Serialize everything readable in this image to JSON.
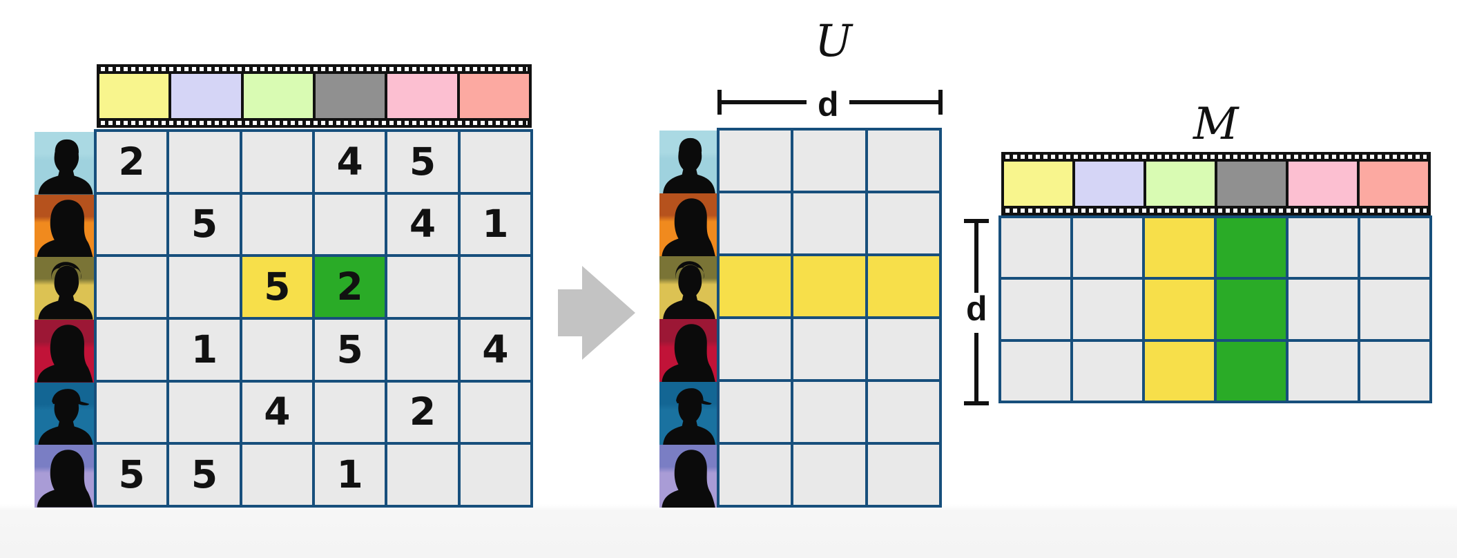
{
  "movies": [
    {
      "color": "#f8f58d"
    },
    {
      "color": "#d5d5f6"
    },
    {
      "color": "#d9fbb3"
    },
    {
      "color": "#909090"
    },
    {
      "color": "#fcbfd1"
    },
    {
      "color": "#fca9a1"
    }
  ],
  "users": [
    {
      "icon": "short-hair-user-icon",
      "top": "#aad9e3",
      "bottom": "#9fd2de"
    },
    {
      "icon": "long-hair-user-icon",
      "top": "#b6521d",
      "bottom": "#f08a1e"
    },
    {
      "icon": "curly-hair-user-icon",
      "top": "#7a7436",
      "bottom": "#dcc253"
    },
    {
      "icon": "long-hair-user-icon",
      "top": "#9c1735",
      "bottom": "#c11338"
    },
    {
      "icon": "cap-user-icon",
      "top": "#136694",
      "bottom": "#1a72a0"
    },
    {
      "icon": "long-hair-user-icon",
      "top": "#7a7ec4",
      "bottom": "#a99cd6"
    }
  ],
  "ratings": [
    [
      "2",
      "",
      "",
      "4",
      "5",
      ""
    ],
    [
      "",
      "5",
      "",
      "",
      "4",
      "1"
    ],
    [
      "",
      "",
      "5",
      "2",
      "",
      ""
    ],
    [
      "",
      "1",
      "",
      "5",
      "",
      "4"
    ],
    [
      "",
      "",
      "4",
      "",
      "2",
      ""
    ],
    [
      "5",
      "5",
      "",
      "1",
      "",
      ""
    ]
  ],
  "highlight": {
    "row": 2,
    "yellow_col": 2,
    "green_col": 3,
    "yellow": "#f7df4a",
    "green": "#2aab27"
  },
  "labels": {
    "u_matrix": "U",
    "m_matrix": "M",
    "d_horizontal": "d",
    "d_vertical": "d"
  },
  "colors": {
    "grid_line": "#174f7c",
    "cell": "#e9e9e9",
    "arrow": "#c3c3c3"
  }
}
